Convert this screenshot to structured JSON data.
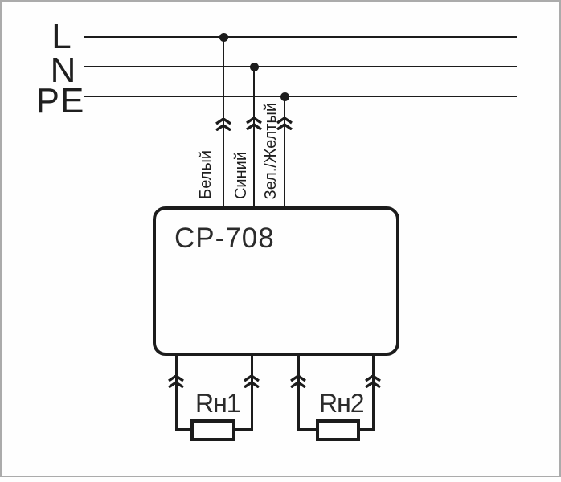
{
  "diagram": {
    "bus_lines": [
      {
        "label": "L"
      },
      {
        "label": "N"
      },
      {
        "label": "PE"
      }
    ],
    "wires": [
      {
        "color_label": "Белый",
        "connects_to": "L"
      },
      {
        "color_label": "Синий",
        "connects_to": "N"
      },
      {
        "color_label": "Зел./Желтый",
        "connects_to": "PE"
      }
    ],
    "device": {
      "model": "CP-708"
    },
    "loads": [
      {
        "label": "Rн1"
      },
      {
        "label": "Rн2"
      }
    ],
    "icons": {
      "wire_connector": "double-chevron-up-icon",
      "junction": "junction-dot"
    },
    "colors": {
      "stroke": "#1c1c1c",
      "frame": "#ababab",
      "background": "#fefefe"
    }
  }
}
